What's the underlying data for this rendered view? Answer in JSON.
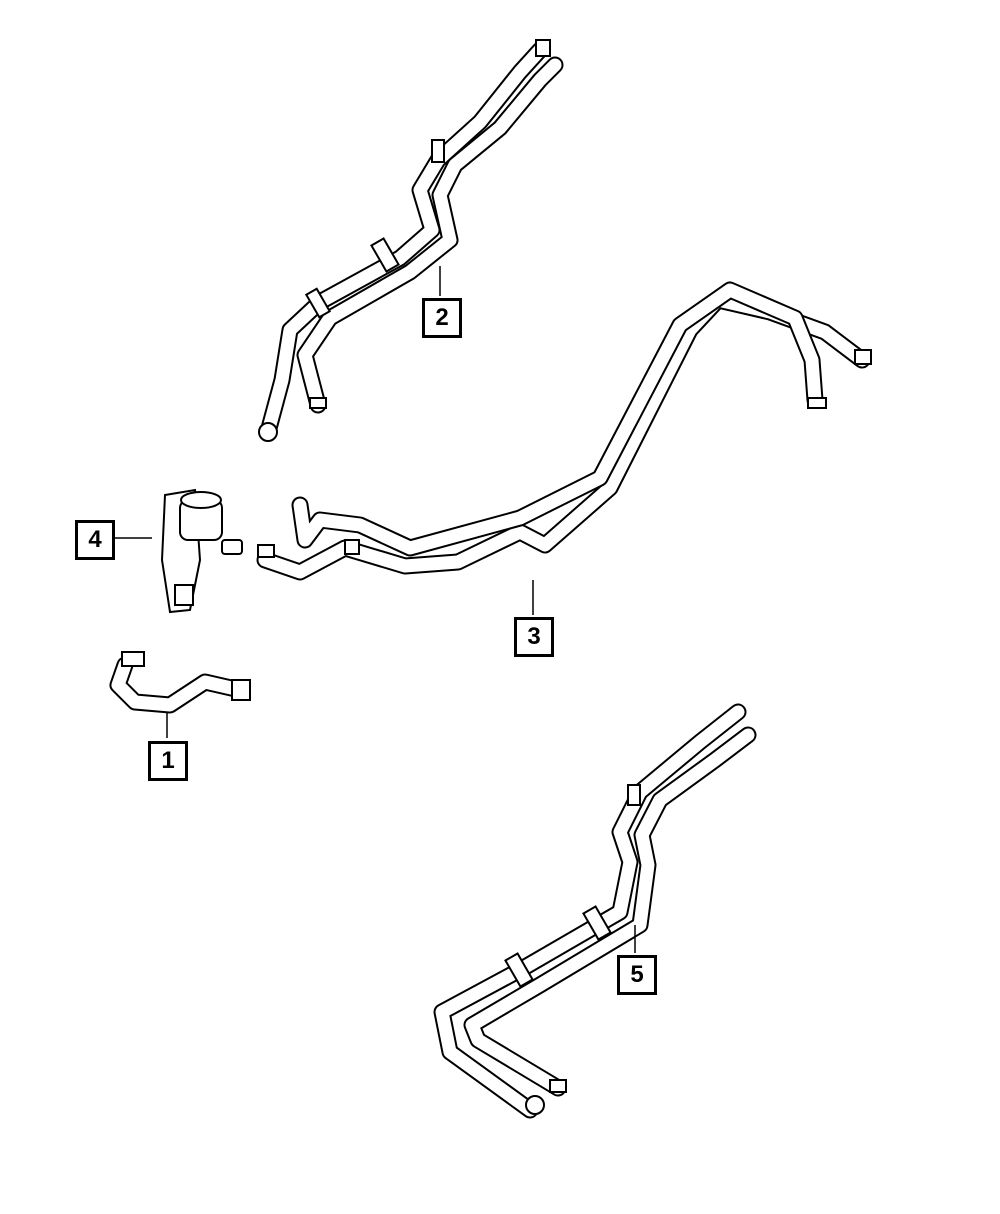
{
  "diagram": {
    "callouts": [
      {
        "number": "1",
        "part": "hose"
      },
      {
        "number": "2",
        "part": "hose-assembly"
      },
      {
        "number": "3",
        "part": "hose-assembly"
      },
      {
        "number": "4",
        "part": "auxiliary-pump"
      },
      {
        "number": "5",
        "part": "hose-assembly"
      }
    ],
    "colors": {
      "line": "#000000",
      "fill": "#ffffff"
    }
  }
}
